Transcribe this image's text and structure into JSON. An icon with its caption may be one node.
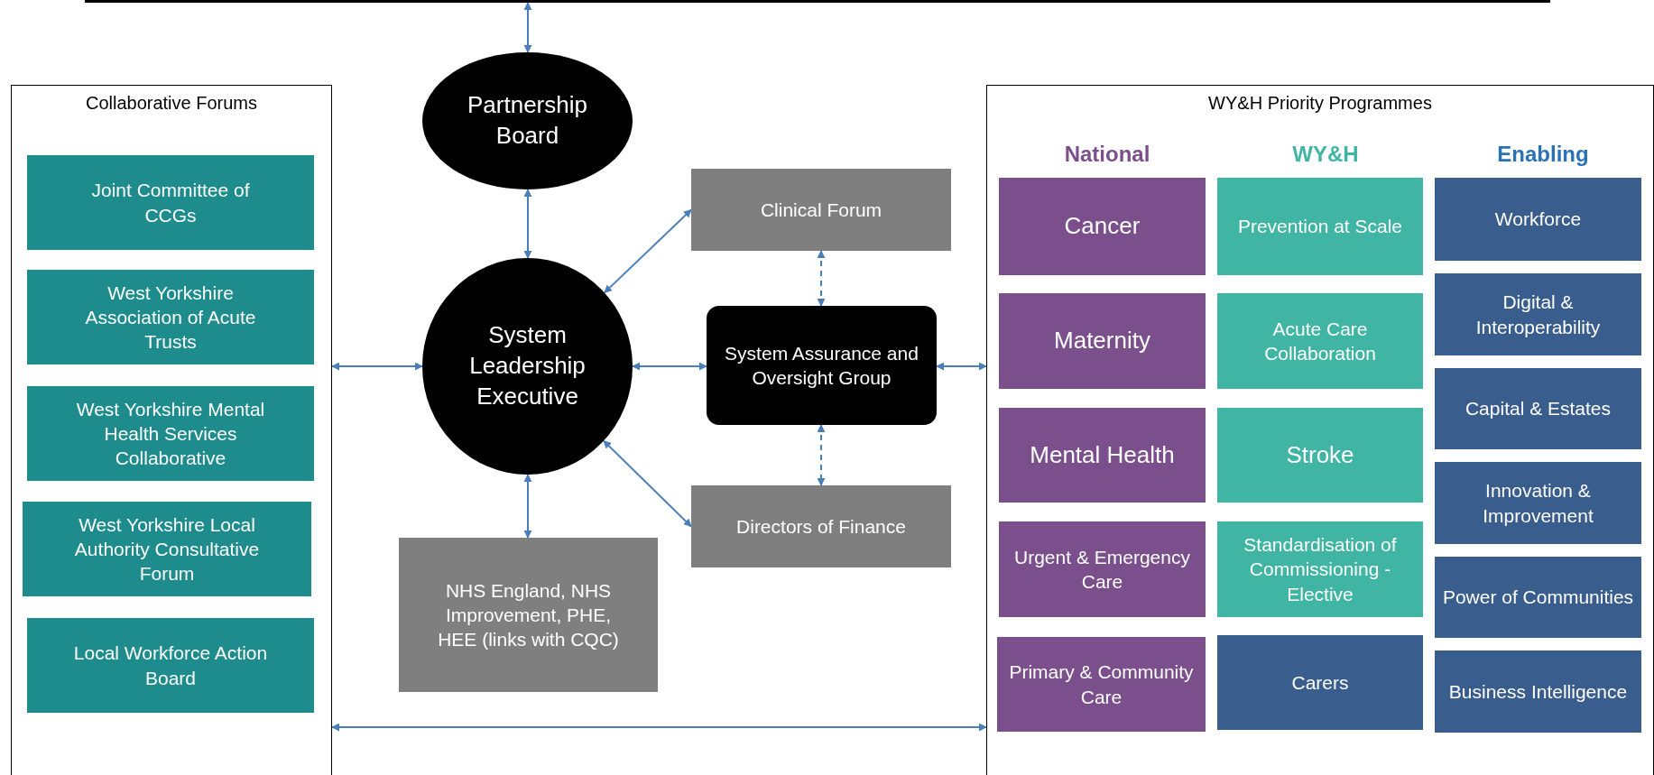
{
  "diagram": {
    "nodes": [
      {
        "text": [],
        "shape": "bar"
      },
      {
        "text": [
          "Collaborative Forums"
        ]
      },
      {
        "text": [
          "Joint Committee of CCGs"
        ],
        "in": 1
      },
      {
        "text": [
          "West Yorkshire Association of Acute Trusts"
        ],
        "in": 1
      },
      {
        "text": [
          "West Yorkshire Mental Health Services Collaborative"
        ],
        "in": 1
      },
      {
        "text": [
          "West Yorkshire Local Authority Consultative Forum"
        ],
        "in": 1
      },
      {
        "text": [
          "Local Workforce Action Board"
        ],
        "in": 1
      },
      {
        "text": [
          "Partnership Board"
        ]
      },
      {
        "text": [
          "System Leadership Executive"
        ]
      },
      {
        "text": [
          "Clinical Forum"
        ]
      },
      {
        "text": [
          "System Assurance and Oversight Group"
        ]
      },
      {
        "text": [
          "Directors of Finance"
        ]
      },
      {
        "text": [
          "NHS England, NHS Improvement, PHE, HEE (links with CQC)"
        ]
      },
      {
        "text": [
          "WY&H Priority Programmes",
          "National",
          "WY&H",
          "Enabling"
        ]
      },
      {
        "text": [
          "Cancer"
        ],
        "in": 13
      },
      {
        "text": [
          "Maternity"
        ],
        "in": 13
      },
      {
        "text": [
          "Mental Health"
        ],
        "in": 13
      },
      {
        "text": [
          "Urgent & Emergency Care"
        ],
        "in": 13
      },
      {
        "text": [
          "Primary & Community Care"
        ],
        "in": 13
      },
      {
        "text": [
          "Prevention at Scale"
        ],
        "in": 13
      },
      {
        "text": [
          "Acute Care Collaboration"
        ],
        "in": 13
      },
      {
        "text": [
          "Stroke"
        ],
        "in": 13
      },
      {
        "text": [
          "Standardisation of Commissioning - Elective"
        ],
        "in": 13
      },
      {
        "text": [
          "Carers"
        ],
        "in": 13
      },
      {
        "text": [
          "Workforce"
        ],
        "in": 13
      },
      {
        "text": [
          "Digital & Interoperability"
        ],
        "in": 13
      },
      {
        "text": [
          "Capital & Estates"
        ],
        "in": 13
      },
      {
        "text": [
          "Innovation & Improvement"
        ],
        "in": 13
      },
      {
        "text": [
          "Power of Communities"
        ],
        "in": 13
      },
      {
        "text": [
          "Business Intelligence"
        ],
        "in": 13
      }
    ],
    "edges": [
      {
        "from": 7,
        "to": 0,
        "arrow": "both"
      },
      {
        "from": 7,
        "to": 8,
        "arrow": "both"
      },
      {
        "from": 8,
        "to": 9,
        "arrow": "both"
      },
      {
        "from": 8,
        "to": 1,
        "arrow": "both"
      },
      {
        "from": 8,
        "to": 10,
        "arrow": "both"
      },
      {
        "from": 8,
        "to": 11,
        "arrow": "both"
      },
      {
        "from": 8,
        "to": 12,
        "arrow": "both"
      },
      {
        "from": 9,
        "to": 10,
        "arrow": "both",
        "style": "dashed"
      },
      {
        "from": 10,
        "to": 11,
        "arrow": "both",
        "style": "dashed"
      },
      {
        "from": 10,
        "to": 13,
        "arrow": "both"
      },
      {
        "from": 1,
        "to": 13,
        "arrow": "both"
      }
    ]
  }
}
